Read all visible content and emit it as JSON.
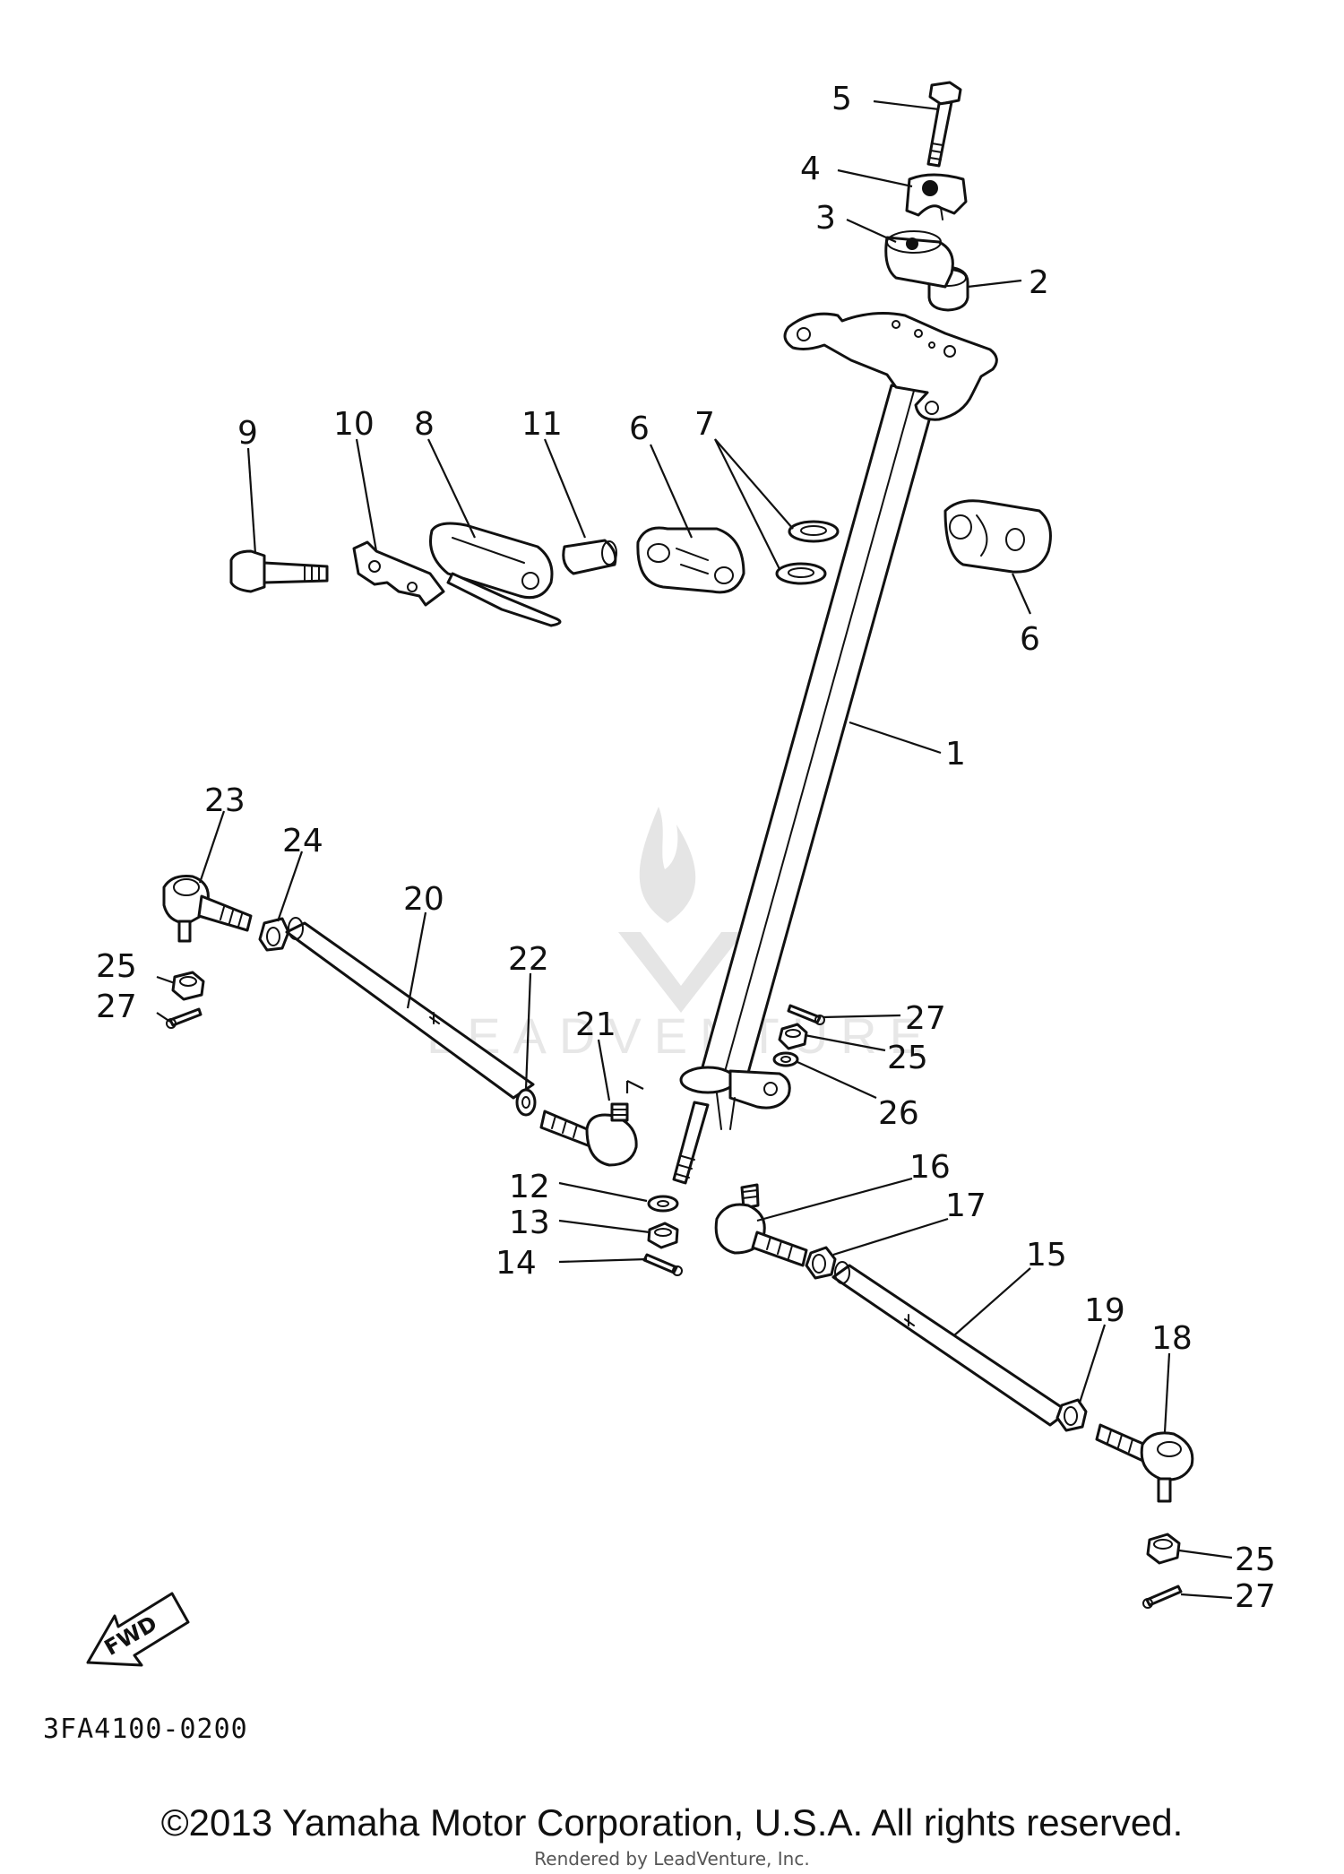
{
  "diagram": {
    "callouts": {
      "c1": "1",
      "c2": "2",
      "c3": "3",
      "c4": "4",
      "c5": "5",
      "c6a": "6",
      "c6b": "6",
      "c7": "7",
      "c8": "8",
      "c9": "9",
      "c10": "10",
      "c11": "11",
      "c12": "12",
      "c13": "13",
      "c14": "14",
      "c15": "15",
      "c16": "16",
      "c17": "17",
      "c18": "18",
      "c19": "19",
      "c20": "20",
      "c21": "21",
      "c22": "22",
      "c23": "23",
      "c24": "24",
      "c25a": "25",
      "c25b": "25",
      "c25c": "25",
      "c26": "26",
      "c27a": "27",
      "c27b": "27",
      "c27c": "27"
    },
    "fwd_label": "FWD",
    "diagram_code": "3FA4100-0200",
    "watermark": "LEADVENTURE"
  },
  "footer": {
    "copyright": "©2013 Yamaha Motor Corporation, U.S.A. All rights reserved.",
    "rendered_by": "Rendered by LeadVenture, Inc."
  },
  "colors": {
    "ink": "#111111",
    "background": "#ffffff",
    "watermark": "#cfcfcf"
  }
}
